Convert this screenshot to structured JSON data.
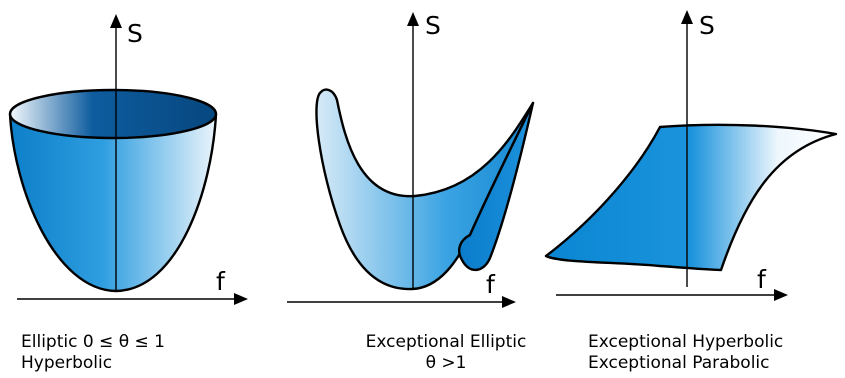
{
  "axes": {
    "vertical_label": "S",
    "horizontal_label": "f"
  },
  "captions": {
    "left": {
      "line1": "Elliptic 0 ≤ θ ≤ 1",
      "line2": "Hyperbolic"
    },
    "middle": {
      "line1": "Exceptional Elliptic",
      "line2": "θ >1"
    },
    "right": {
      "line1": "Exceptional Hyperbolic",
      "line2": "Exceptional Parabolic"
    }
  },
  "colors": {
    "surface_dark": "#0a4f8f",
    "surface_mid": "#1a8fd6",
    "surface_light": "#e6f2fa",
    "line": "#000000"
  }
}
